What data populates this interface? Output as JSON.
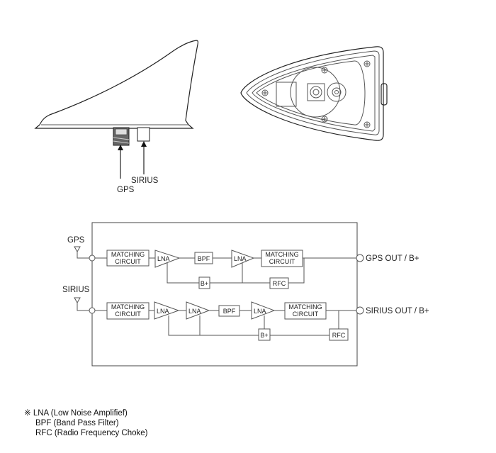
{
  "top_view_labels": {
    "gps": "GPS",
    "sirius": "SIRIUS"
  },
  "block_diagram": {
    "gps_input": "GPS",
    "sirius_input": "SIRIUS",
    "gps_output": "GPS OUT / B+",
    "sirius_output": "SIRIUS OUT / B+",
    "matching_line1": "MATCHING",
    "matching_line2": "CIRCUIT",
    "lna": "LNA",
    "bpf": "BPF",
    "bplus": "B+",
    "rfc": "RFC"
  },
  "legend": {
    "symbol": "※",
    "items": [
      "LNA (Low Noise Amplifief)",
      "BPF (Band Pass Filter)",
      "RFC (Radio Frequency Choke)"
    ]
  }
}
